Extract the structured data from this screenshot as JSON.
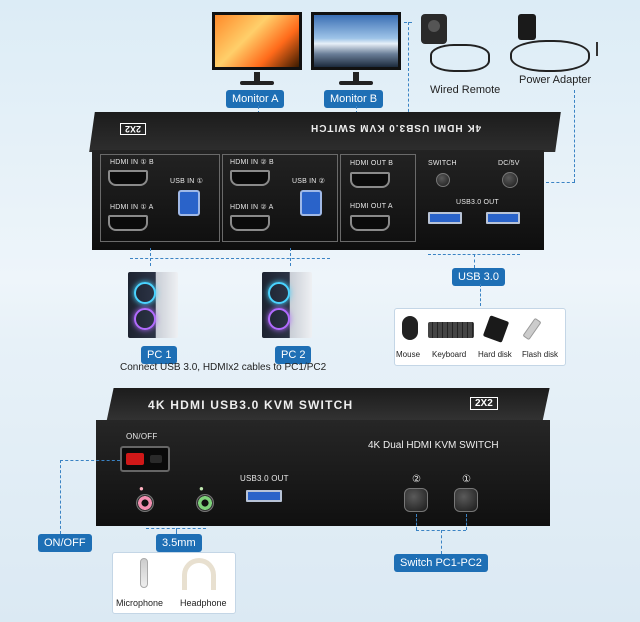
{
  "top": {
    "monitors": [
      {
        "label": "Monitor A"
      },
      {
        "label": "Monitor B"
      }
    ],
    "wired_remote_label": "Wired Remote",
    "power_adapter_label": "Power Adapter",
    "device_brand_text": "4K HDMI USB3.0 KVM SWITCH",
    "device_badge": "2X2",
    "ports": {
      "hdmi_in_1b": "HDMI IN ① B",
      "hdmi_in_1a": "HDMI IN ① A",
      "usb_in_1": "USB IN ①",
      "hdmi_in_2b": "HDMI IN ② B",
      "hdmi_in_2a": "HDMI IN ② A",
      "usb_in_2": "USB IN ②",
      "hdmi_out_b": "HDMI OUT B",
      "hdmi_out_a": "HDMI OUT A",
      "switch": "SWITCH",
      "dc": "DC/5V",
      "usb3_out": "USB3.0 OUT"
    },
    "usb30_callout": "USB 3.0",
    "peripherals": [
      "Mouse",
      "Keyboard",
      "Hard disk",
      "Flash disk"
    ],
    "pc1_label": "PC 1",
    "pc2_label": "PC 2",
    "connect_caption": "Connect USB 3.0, HDMIx2 cables to PC1/PC2"
  },
  "bottom": {
    "device_brand_text": "4K HDMI USB3.0 KVM SWITCH",
    "device_badge": "2X2",
    "onoff_label": "ON/OFF",
    "usb3_out_label": "USB3.0 OUT",
    "dual_title": "4K Dual HDMI KVM SWITCH",
    "btn1_label": "②",
    "btn2_label": "①",
    "onoff_callout": "ON/OFF",
    "mm_callout": "3.5mm",
    "switch_callout": "Switch PC1-PC2",
    "audio_devices": [
      "Microphone",
      "Headphone"
    ]
  },
  "colors": {
    "accent": "#1e6fb5",
    "usb_blue": "#2a63c9"
  }
}
